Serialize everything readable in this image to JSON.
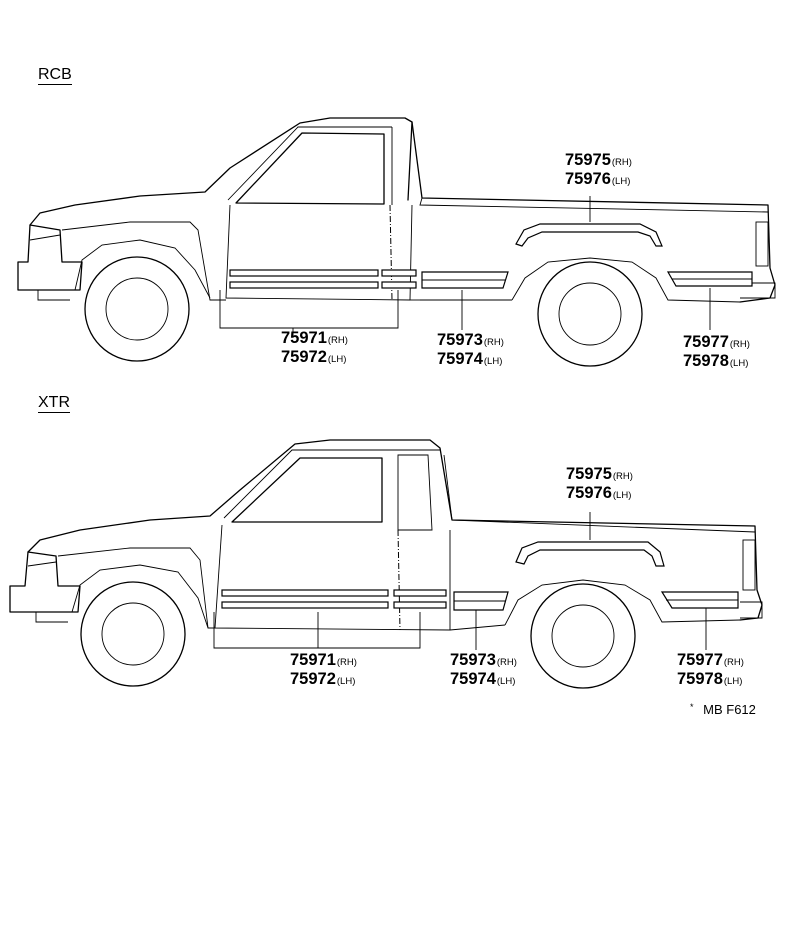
{
  "sections": [
    {
      "label": "RCB",
      "callouts": [
        {
          "id": "wheel-arch-mould",
          "parts": [
            {
              "num": "75975",
              "side": "(RH)"
            },
            {
              "num": "75976",
              "side": "(LH)"
            }
          ]
        },
        {
          "id": "door-mould",
          "parts": [
            {
              "num": "75971",
              "side": "(RH)"
            },
            {
              "num": "75972",
              "side": "(LH)"
            }
          ]
        },
        {
          "id": "bed-front-mould",
          "parts": [
            {
              "num": "75973",
              "side": "(RH)"
            },
            {
              "num": "75974",
              "side": "(LH)"
            }
          ]
        },
        {
          "id": "bed-rear-mould",
          "parts": [
            {
              "num": "75977",
              "side": "(RH)"
            },
            {
              "num": "75978",
              "side": "(LH)"
            }
          ]
        }
      ]
    },
    {
      "label": "XTR",
      "callouts": [
        {
          "id": "wheel-arch-mould",
          "parts": [
            {
              "num": "75975",
              "side": "(RH)"
            },
            {
              "num": "75976",
              "side": "(LH)"
            }
          ]
        },
        {
          "id": "door-mould",
          "parts": [
            {
              "num": "75971",
              "side": "(RH)"
            },
            {
              "num": "75972",
              "side": "(LH)"
            }
          ]
        },
        {
          "id": "bed-front-mould",
          "parts": [
            {
              "num": "75973",
              "side": "(RH)"
            },
            {
              "num": "75974",
              "side": "(LH)"
            }
          ]
        },
        {
          "id": "bed-rear-mould",
          "parts": [
            {
              "num": "75977",
              "side": "(RH)"
            },
            {
              "num": "75978",
              "side": "(LH)"
            }
          ]
        }
      ]
    }
  ],
  "figure_ref": "MB F612",
  "figure_ref_mark": "*"
}
